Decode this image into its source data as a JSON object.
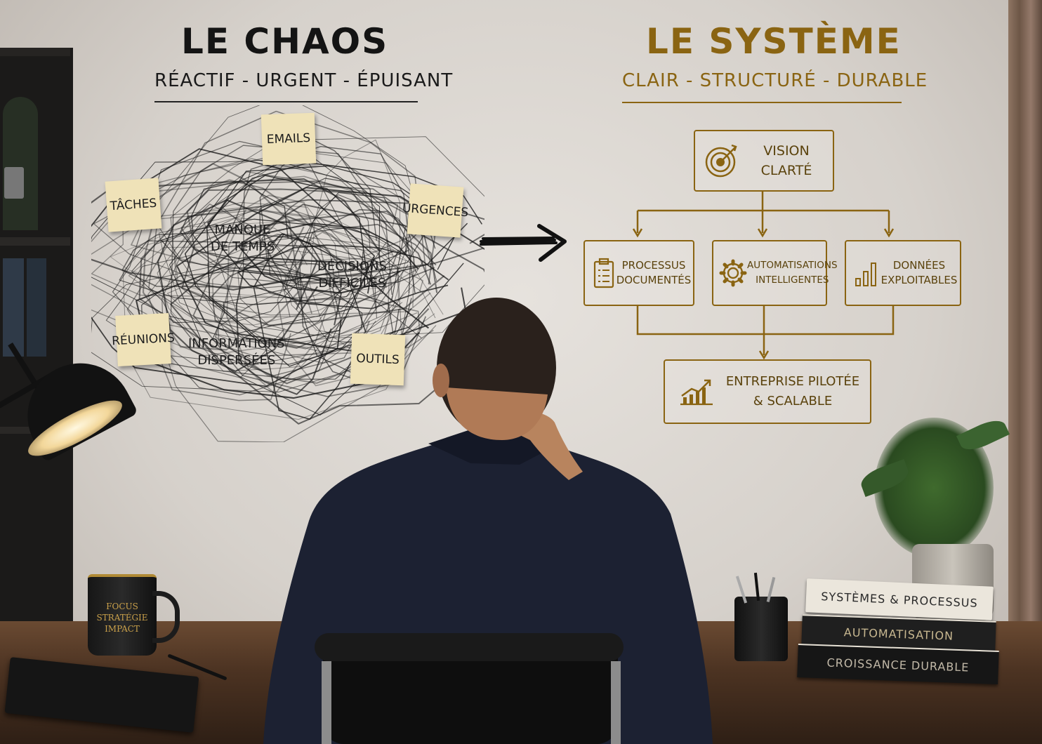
{
  "chaos": {
    "title": "LE CHAOS",
    "subtitle": "RÉACTIF - URGENT - ÉPUISANT",
    "notes": [
      "EMAILS",
      "TÂCHES",
      "URGENCES",
      "RÉUNIONS",
      "OUTILS"
    ],
    "labels": [
      "MANQUE",
      "DE TEMPS",
      "DÉCISIONS",
      "DIFFICILES",
      "INFORMATIONS",
      "DISPERSÉES"
    ]
  },
  "system": {
    "title": "LE SYSTÈME",
    "subtitle": "CLAIR - STRUCTURÉ - DURABLE",
    "top": [
      "VISION",
      "CLARTÉ"
    ],
    "boxes": [
      {
        "line1": "PROCESSUS",
        "line2": "DOCUMENTÉS",
        "icon": "clipboard-icon"
      },
      {
        "line1": "AUTOMATISATIONS",
        "line2": "INTELLIGENTES",
        "icon": "gear-icon"
      },
      {
        "line1": "DONNÉES",
        "line2": "EXPLOITABLES",
        "icon": "bar-chart-icon"
      }
    ],
    "result": [
      "ENTREPRISE PILOTÉE",
      "& SCALABLE"
    ]
  },
  "mug": [
    "FOCUS",
    "STRATÉGIE",
    "IMPACT"
  ],
  "books": [
    "SYSTÈMES & PROCESSUS",
    "AUTOMATISATION",
    "CROISSANCE DURABLE"
  ],
  "colors": {
    "gold": "#8a6412",
    "ink": "#141414",
    "note": "#efe2b8"
  }
}
